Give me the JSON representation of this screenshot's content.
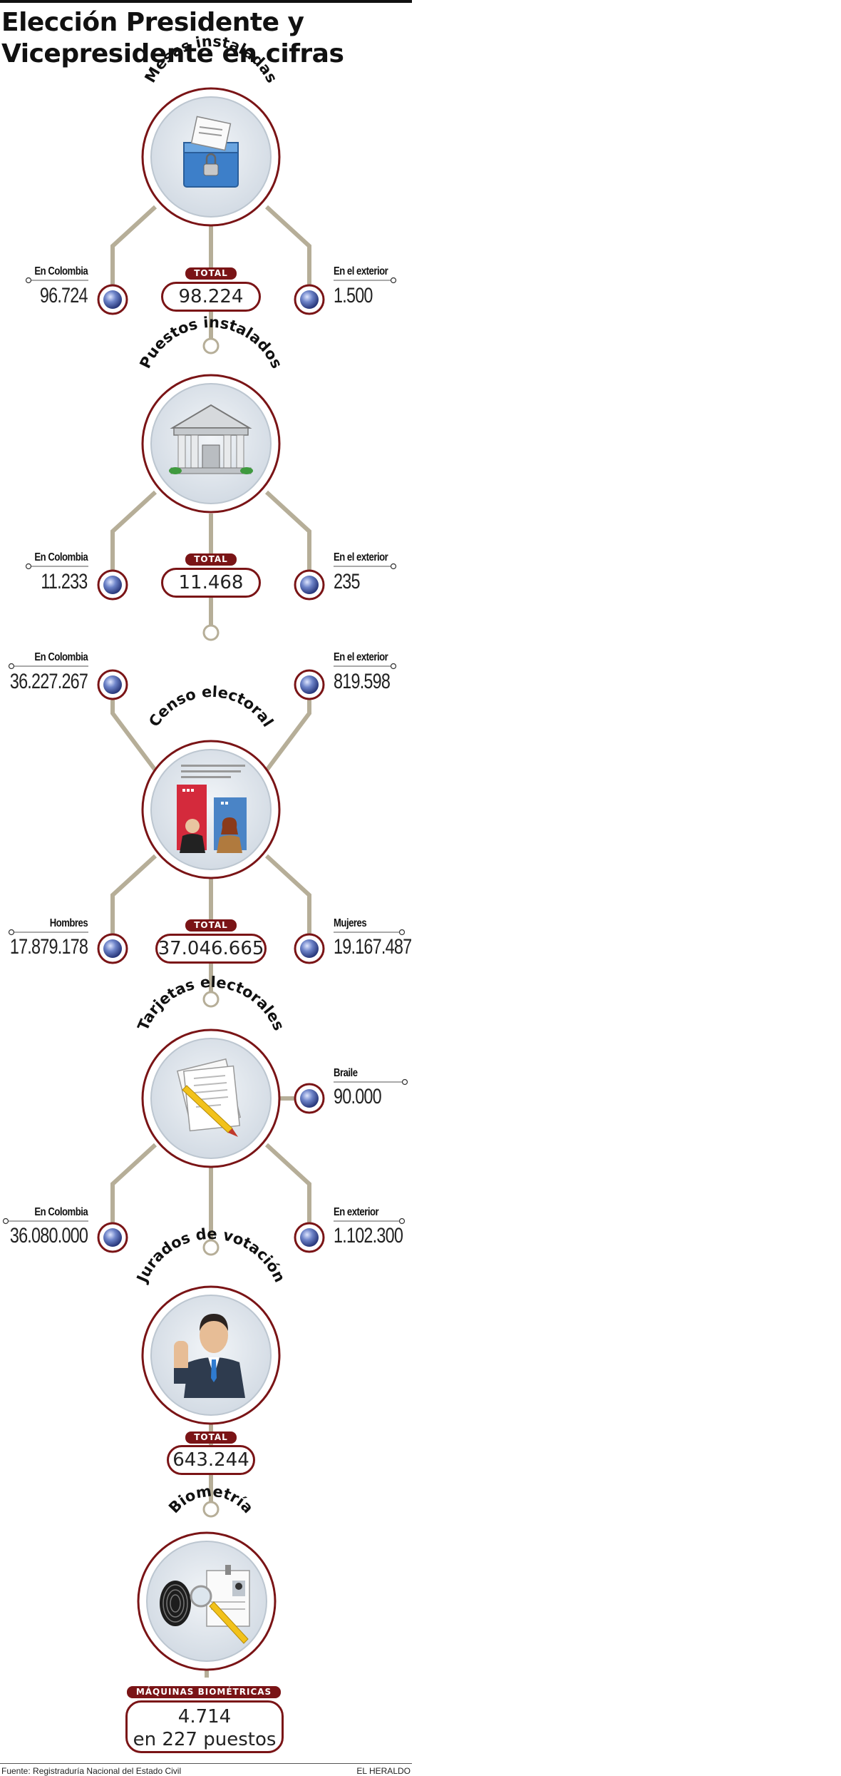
{
  "title_line1": "Elección Presidente y",
  "title_line2": "Vicepresidente en cifras",
  "colors": {
    "accent": "#7a1416",
    "connector": "#b6ae98",
    "circle_fill": "#e4eaf1"
  },
  "sections": {
    "mesas": {
      "heading": "Mesas instaladas",
      "icon": "ballot-box-icon",
      "left_label": "En Colombia",
      "left_value": "96.724",
      "right_label": "En el exterior",
      "right_value": "1.500",
      "total_label": "TOTAL",
      "total_value": "98.224"
    },
    "puestos": {
      "heading": "Puestos instalados",
      "icon": "building-icon",
      "left_label": "En Colombia",
      "left_value": "11.233",
      "right_label": "En el exterior",
      "right_value": "235",
      "total_label": "TOTAL",
      "total_value": "11.468"
    },
    "censo": {
      "heading": "Censo electoral",
      "icon": "voters-icon",
      "top_left_label": "En Colombia",
      "top_left_value": "36.227.267",
      "top_right_label": "En el exterior",
      "top_right_value": "819.598",
      "left_label": "Hombres",
      "left_value": "17.879.178",
      "right_label": "Mujeres",
      "right_value": "19.167.487",
      "total_label": "TOTAL",
      "total_value": "37.046.665"
    },
    "tarjetas": {
      "heading": "Tarjetas electorales",
      "icon": "ballot-card-icon",
      "side_label": "Braile",
      "side_value": "90.000",
      "left_label": "En Colombia",
      "left_value": "36.080.000",
      "right_label": "En exterior",
      "right_value": "1.102.300"
    },
    "jurados": {
      "heading": "Jurados de votación",
      "icon": "juror-icon",
      "total_label": "TOTAL",
      "total_value": "643.244"
    },
    "biometria": {
      "heading": "Biometría",
      "icon": "fingerprint-icon",
      "badge_label": "MÁQUINAS BIOMÉTRICAS",
      "value_line1": "4.714",
      "value_line2": "en 227 puestos"
    }
  },
  "footer": {
    "source": "Fuente: Registraduría Nacional del Estado Civil",
    "brand": "EL HERALDO"
  }
}
